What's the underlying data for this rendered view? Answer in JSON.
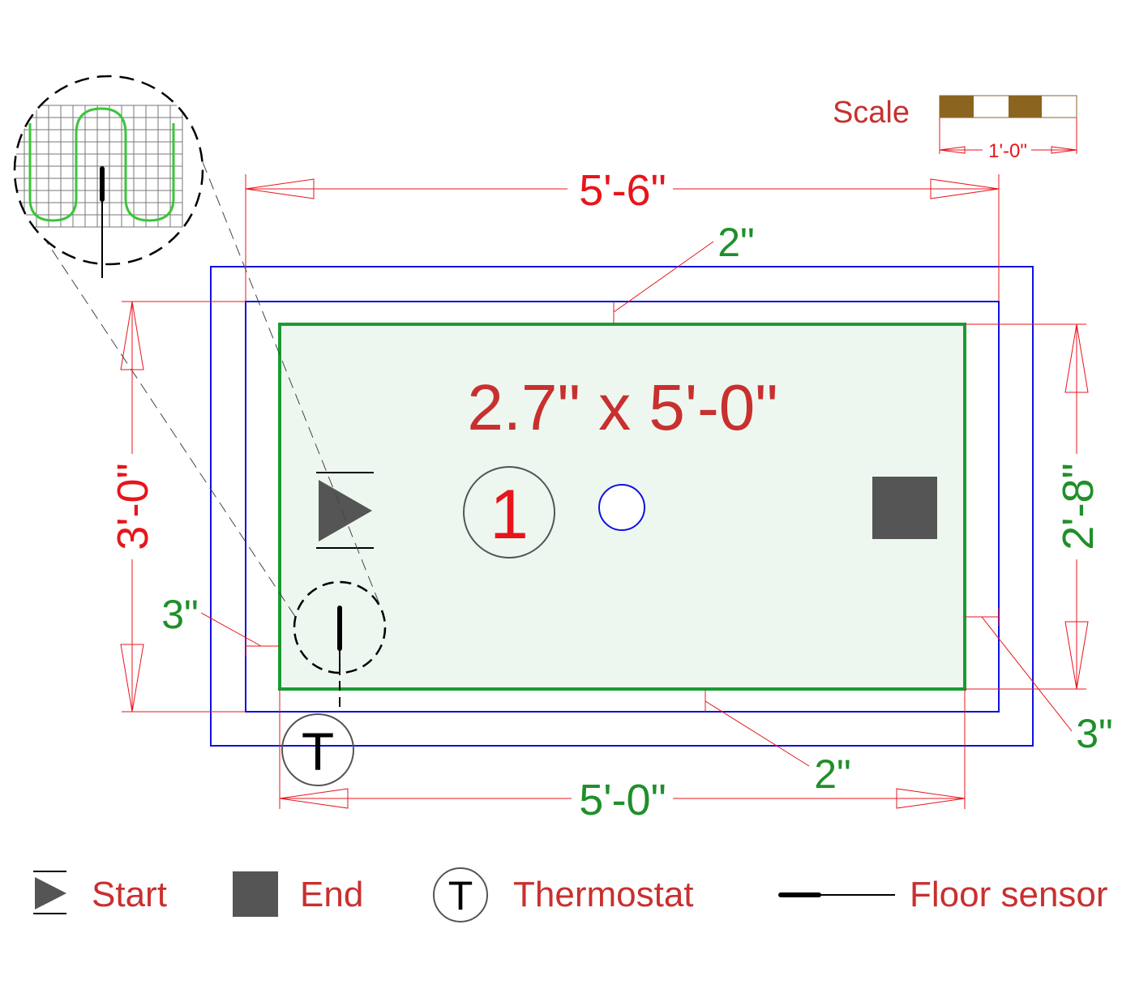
{
  "scale": {
    "label": "Scale",
    "length_label": "1'-0\"",
    "colors": {
      "dark": "#8b6420",
      "light": "#ffffff"
    }
  },
  "dimensions": {
    "top_width": "5'-6\"",
    "bottom_width": "5'-0\"",
    "left_height": "3'-0\"",
    "right_height": "2'-8\"",
    "top_margin": "2\"",
    "bottom_margin": "2\"",
    "left_margin": "3\"",
    "right_margin": "3\""
  },
  "zone": {
    "size_label": "2.7\" x 5'-0\"",
    "number": "1",
    "fill": "#eef7ef",
    "border": "#1a9b33"
  },
  "colors": {
    "dimension_line": "#e8141c",
    "wall": "#1010e0",
    "heating_cable": "#3cc43c",
    "symbol": "#555555"
  },
  "thermostat_symbol": "T",
  "legend": [
    {
      "icon": "start-triangle-icon",
      "label": "Start"
    },
    {
      "icon": "end-square-icon",
      "label": "End"
    },
    {
      "icon": "thermostat-icon",
      "label": "Thermostat",
      "glyph": "T"
    },
    {
      "icon": "floor-sensor-icon",
      "label": "Floor sensor"
    }
  ]
}
